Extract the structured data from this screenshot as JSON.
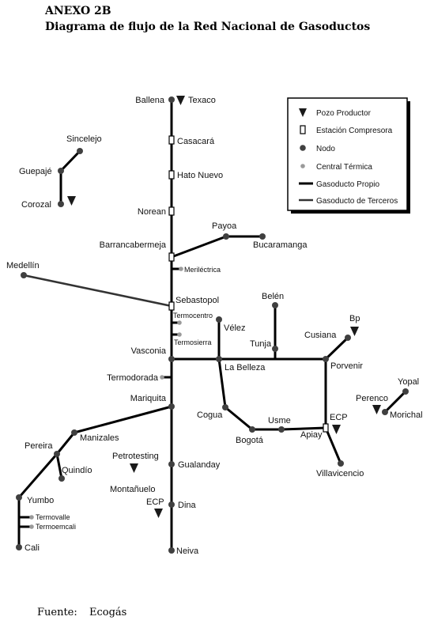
{
  "header": {
    "annex": "ANEXO 2B",
    "title": "Diagrama de flujo de la Red Nacional de Gasoductos"
  },
  "legend": {
    "items": [
      {
        "symbol": "well",
        "label": "Pozo Productor"
      },
      {
        "symbol": "compressor",
        "label": "Estación Compresora"
      },
      {
        "symbol": "node",
        "label": "Nodo"
      },
      {
        "symbol": "thermal",
        "label": "Central Térmica"
      },
      {
        "symbol": "own-pipeline",
        "label": "Gasoducto Propio"
      },
      {
        "symbol": "third-party-pipeline",
        "label": "Gasoducto de Terceros"
      }
    ]
  },
  "labels": {
    "ballena": "Ballena",
    "texaco": "Texaco",
    "casacara": "Casacará",
    "hato_nuevo": "Hato Nuevo",
    "norean": "Norean",
    "payoa": "Payoa",
    "bucaramanga": "Bucaramanga",
    "barrancabermeja": "Barrancabermeja",
    "merilectrica": "Meriléctrica",
    "medellin": "Medellín",
    "sebastopol": "Sebastopol",
    "termocentro": "Termocentro",
    "termosierra": "Termosierra",
    "velez": "Vélez",
    "belen": "Belén",
    "tunja": "Tunja",
    "cusiana": "Cusiana",
    "bp": "Bp",
    "vasconia": "Vasconia",
    "la_belleza": "La Belleza",
    "porvenir": "Porvenir",
    "termodorada": "Termodorada",
    "yopal": "Yopal",
    "perenco": "Perenco",
    "morichal": "Morichal",
    "mariquita": "Mariquita",
    "cogua": "Cogua",
    "usme": "Usme",
    "ecp_apiay": "ECP",
    "bogota": "Bogotá",
    "apiay": "Apiay",
    "manizales": "Manizales",
    "pereira": "Pereira",
    "petrotesting": "Petrotesting",
    "gualanday": "Gualanday",
    "villavicencio": "Villavicencio",
    "quindio": "Quindío",
    "montanuelo": "Montañuelo",
    "yumbo": "Yumbo",
    "ecp_dina": "ECP",
    "dina": "Dina",
    "termovalle": "Termovalle",
    "termoemcali": "Termoemcali",
    "cali": "Cali",
    "neiva": "Neiva",
    "sincelejo": "Sincelejo",
    "guepaje": "Guepajé",
    "corozal": "Corozal"
  },
  "source": {
    "label": "Fuente:",
    "value": "Ecogás"
  }
}
